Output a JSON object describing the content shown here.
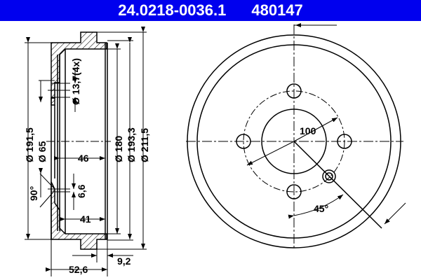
{
  "header": {
    "part_number": "24.0218-0036.1",
    "ref_number": "480147",
    "background": "#0000ee"
  },
  "side_view": {
    "dimensions": {
      "d_191_5": "Ø 191,5",
      "d_65": "Ø 65",
      "d_180": "Ø 180",
      "d_193_3": "Ø 193,3",
      "d_211_5": "Ø 211,5",
      "hole": "Ø 13,7(4x)",
      "width_46": "46",
      "width_41": "41",
      "thickness_6_6": "6,6",
      "angle_90": "90°",
      "height_52_6": "52,6",
      "offset_9_2": "9,2"
    }
  },
  "front_view": {
    "dimensions": {
      "pcd_100": "100",
      "angle_45": "45°"
    }
  }
}
